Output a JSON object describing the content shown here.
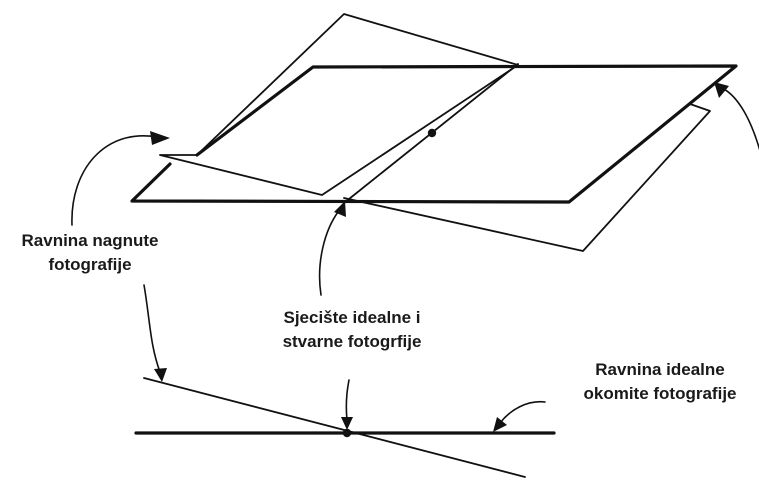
{
  "labels": {
    "tilted_plane_line1": "Ravnina nagnute",
    "tilted_plane_line2": "fotografije",
    "intersection_line1": "Sjecište idealne i",
    "intersection_line2": "stvarne fotogrfije",
    "ideal_plane_line1": "Ravnina idealne",
    "ideal_plane_line2": "okomite fotografije"
  },
  "colors": {
    "ink": "#111111",
    "background": "#ffffff"
  }
}
